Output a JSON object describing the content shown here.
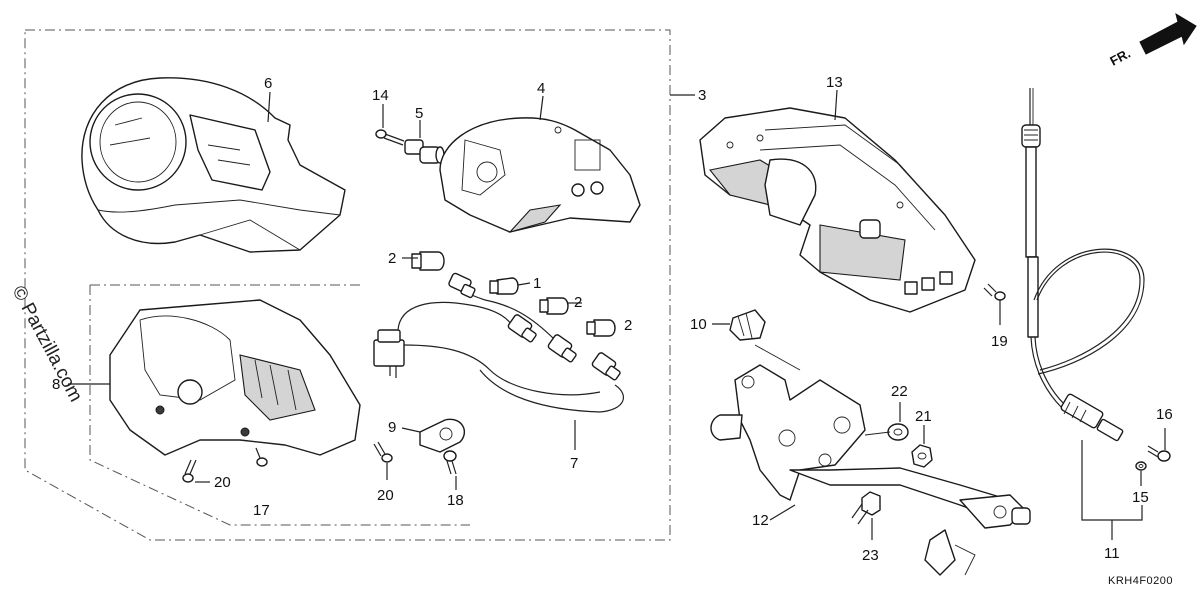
{
  "watermark": "© Partzilla.com",
  "diagram_code": "KRH4F0200",
  "direction_label": "FR.",
  "callouts": {
    "c1": "1",
    "c2a": "2",
    "c2b": "2",
    "c2c": "2",
    "c3": "3",
    "c4": "4",
    "c5": "5",
    "c6": "6",
    "c7": "7",
    "c8": "8",
    "c9": "9",
    "c10": "10",
    "c11": "11",
    "c12": "12",
    "c13": "13",
    "c14": "14",
    "c15": "15",
    "c16": "16",
    "c17": "17",
    "c18": "18",
    "c19": "19",
    "c20a": "20",
    "c20b": "20",
    "c21": "21",
    "c22": "22",
    "c23": "23"
  }
}
